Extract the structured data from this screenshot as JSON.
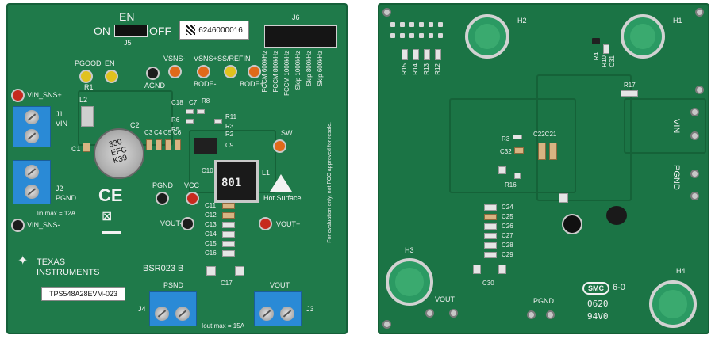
{
  "top_board": {
    "en_label": "EN",
    "on_label": "ON",
    "off_label": "OFF",
    "j5_label": "J5",
    "serial": "6246000016",
    "j6_label": "J6",
    "freq_labels": [
      "FCCM 600kHz",
      "FCCM 800kHz",
      "FCCM 1000kHz",
      "Skip 1000kHz",
      "Skip 800kHz",
      "Skip 600kHz"
    ],
    "pgood": "PGOOD",
    "en_tp": "EN",
    "r1": "R1",
    "agnd": "AGND",
    "vsns_minus": "VSNS-",
    "vsns_plus": "VSNS+",
    "ss_refin": "SS/REFIN",
    "bode_minus": "BODE-",
    "bode_plus": "BODE+",
    "vin_sns_plus": "VIN_SNS+",
    "vin_sns_minus": "VIN_SNS-",
    "j1": "J1",
    "vin": "VIN",
    "l2": "L2",
    "c1": "C1",
    "c2": "C2",
    "cap_marking": "330\nEFC\nK39",
    "j2": "J2",
    "pgnd": "PGND",
    "iin_max": "Iin max = 12A",
    "sw": "SW",
    "l1": "L1",
    "inductor_marking": "801",
    "hot_surface": "Hot Surface",
    "pgnd_tp": "PGND",
    "vcc": "VCC",
    "vout_minus": "VOUT-",
    "vout_plus": "VOUT+",
    "c11_c16": [
      "C11",
      "C12",
      "C13",
      "C14",
      "C15",
      "C16"
    ],
    "c10": "C10",
    "c9": "C9",
    "c17": "C17",
    "comp_labels": [
      "C18",
      "C7",
      "R8",
      "R6",
      "R5",
      "R11",
      "R2",
      "R3",
      "C3",
      "C4",
      "C5",
      "C6"
    ],
    "texas": "TEXAS",
    "instruments": "INSTRUMENTS",
    "board_rev": "BSR023 B",
    "model": "TPS548A28EVM-023",
    "psnd": "PSND",
    "vout": "VOUT",
    "j4": "J4",
    "j3": "J3",
    "iout_max": "Iout max = 15A",
    "disclaimer": "For evaluation only, not FCC approved for resale.",
    "ce": "CE"
  },
  "bottom_board": {
    "h1": "H1",
    "h2": "H2",
    "h3": "H3",
    "h4": "H4",
    "r_labels": [
      "R15",
      "R14",
      "R13",
      "R12"
    ],
    "r_right": [
      "R4",
      "R10",
      "C31"
    ],
    "r17": "R17",
    "vin": "VIN",
    "pgnd": "PGND",
    "r3": "R3",
    "c32": "C32",
    "c22c21": "C22C21",
    "r16": "R16",
    "c24_c29": [
      "C24",
      "C25",
      "C26",
      "C27",
      "C28",
      "C29"
    ],
    "c30": "C30",
    "vout": "VOUT",
    "pgnd_bottom": "PGND",
    "smc": "SMC",
    "smc_rev": "6-0",
    "date_code": "0620",
    "rating": "94V0"
  },
  "colors": {
    "pcb_green": "#1f7a4a",
    "terminal_blue": "#2a8ad6",
    "silk": "#f2f2f2"
  }
}
